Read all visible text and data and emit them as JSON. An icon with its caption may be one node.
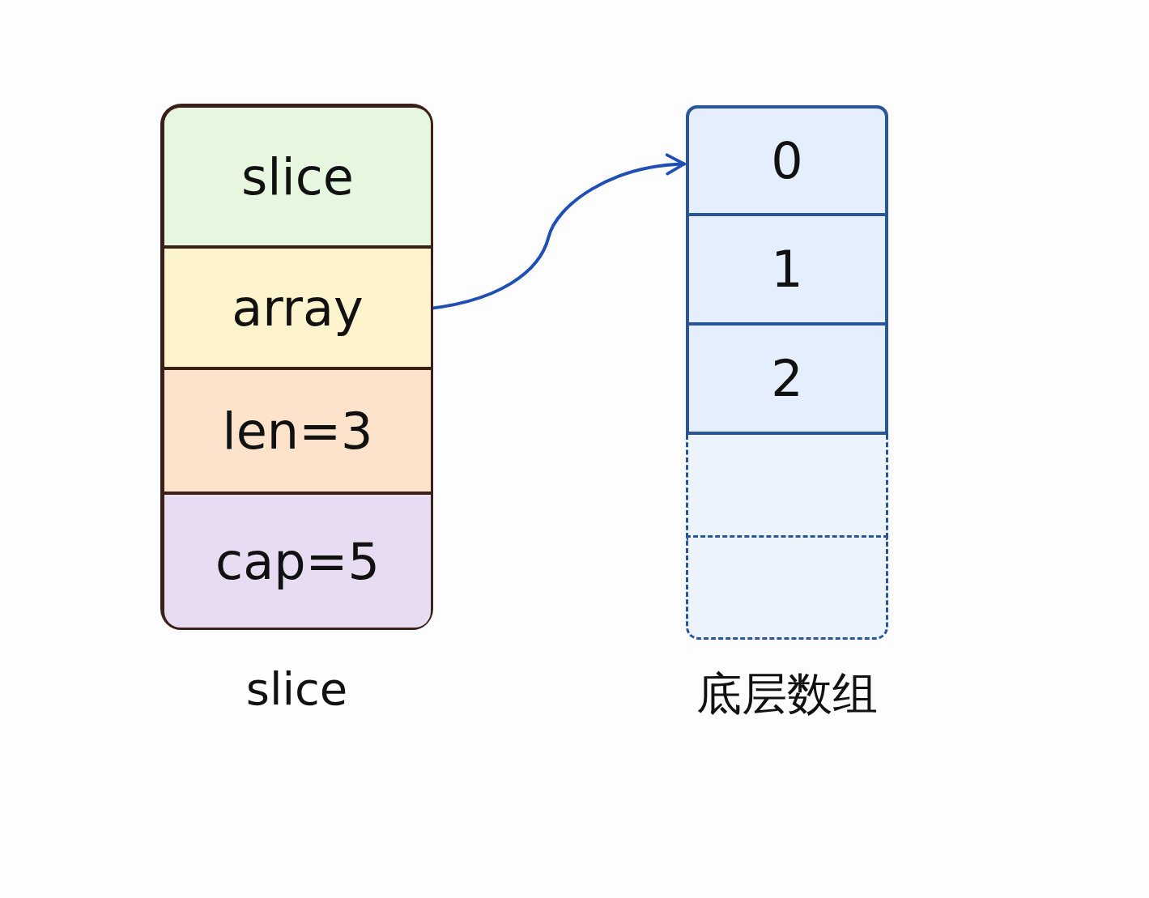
{
  "diagram": {
    "nodes": [
      {
        "text": [
          "slice"
        ]
      },
      {
        "text": [
          "slice"
        ],
        "in": 0
      },
      {
        "text": [
          "array"
        ],
        "in": 0
      },
      {
        "text": [
          "len=3"
        ],
        "in": 0
      },
      {
        "text": [
          "cap=5"
        ],
        "in": 0
      },
      {
        "text": [
          "底层数组"
        ]
      },
      {
        "text": [
          "0"
        ],
        "in": 5
      },
      {
        "text": [
          "1"
        ],
        "in": 5
      },
      {
        "text": [
          "2"
        ],
        "in": 5
      },
      {
        "text": [],
        "shape": "box",
        "in": 5
      },
      {
        "text": [],
        "shape": "box",
        "in": 5
      }
    ],
    "edges": [
      {
        "from": 2,
        "to": 6,
        "arrow": "to",
        "color": "#1f4fb5"
      }
    ]
  }
}
